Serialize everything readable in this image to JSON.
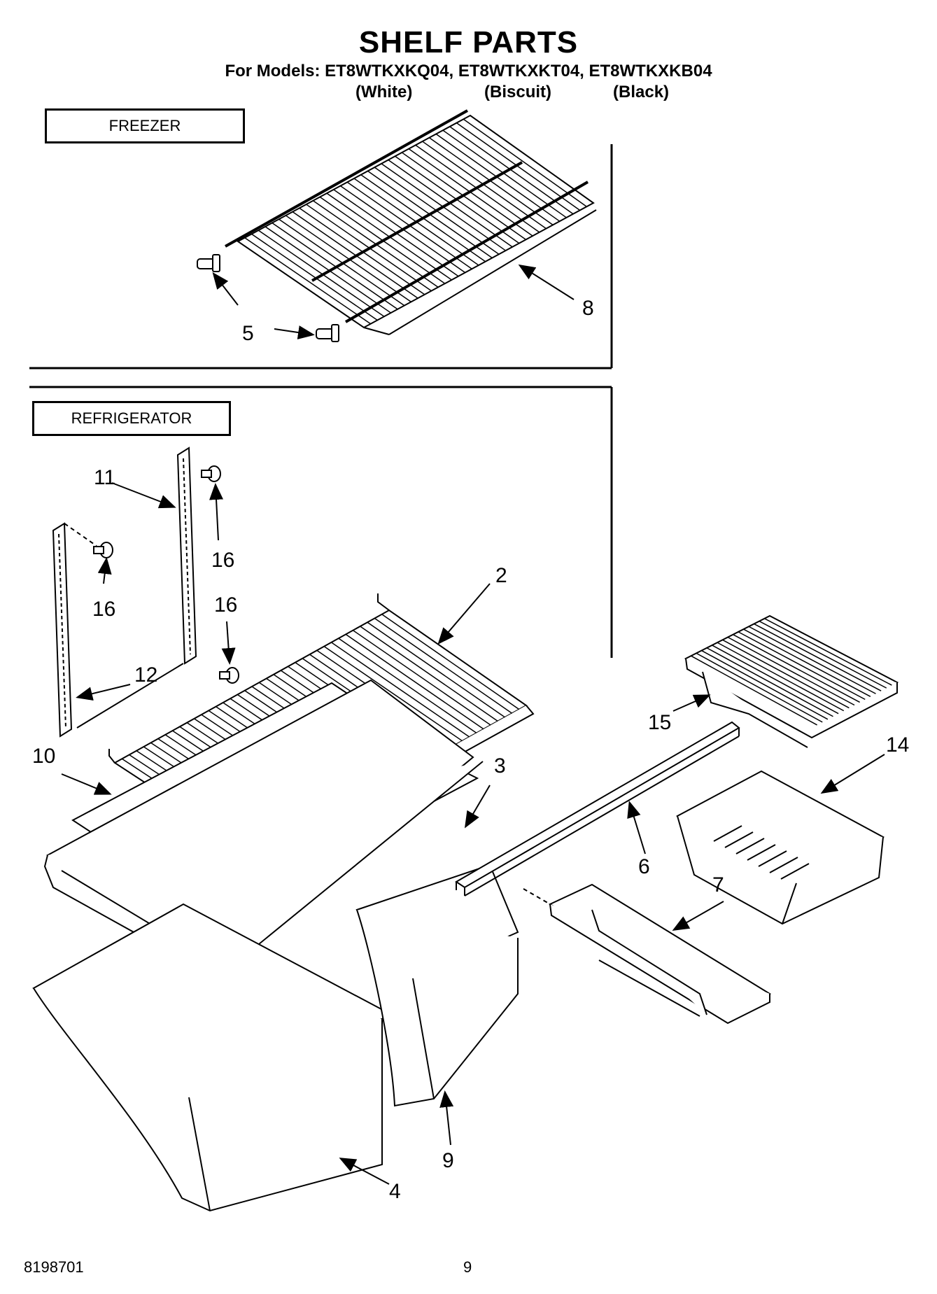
{
  "header": {
    "title": "SHELF PARTS",
    "models_line": "For Models: ET8WTKXKQ04, ET8WTKXKT04, ET8WTKXKB04",
    "colors": [
      "(White)",
      "(Biscuit)",
      "(Black)"
    ]
  },
  "sections": {
    "freezer": "FREEZER",
    "refrigerator": "REFRIGERATOR"
  },
  "callouts": {
    "c5": "5",
    "c8": "8",
    "c11": "11",
    "c16a": "16",
    "c16b": "16",
    "c16c": "16",
    "c12": "12",
    "c2": "2",
    "c10": "10",
    "c3": "3",
    "c15": "15",
    "c14": "14",
    "c6": "6",
    "c7": "7",
    "c9": "9",
    "c4": "4"
  },
  "footer": {
    "doc_number": "8198701",
    "page_number": "9"
  }
}
